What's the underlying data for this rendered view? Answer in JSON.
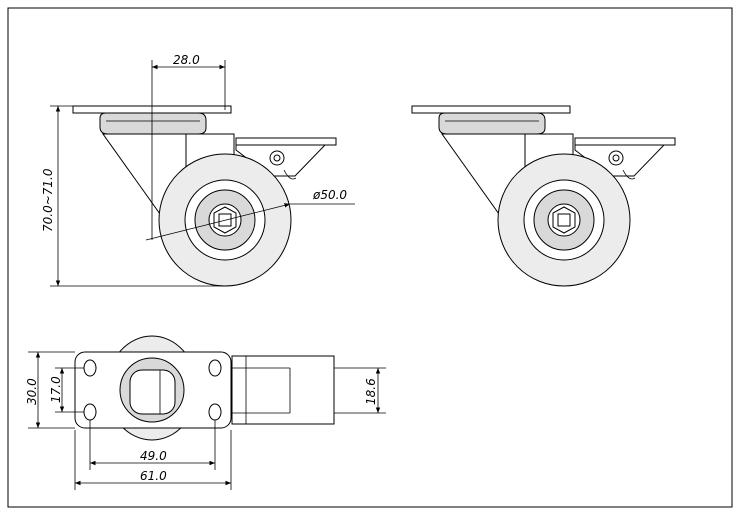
{
  "drawing": {
    "dimensions": {
      "top_offset": "28.0",
      "height_range": "70.0~71.0",
      "wheel_diameter": "ø50.0",
      "plate_width": "30.0",
      "bolt_spacing_short": "17.0",
      "brake_width": "18.6",
      "bolt_spacing_long": "49.0",
      "plate_length": "61.0"
    },
    "colors": {
      "line": "#000000",
      "fill_grey": "#d9d9d9",
      "fill_light": "#ececec",
      "background": "#ffffff"
    }
  }
}
